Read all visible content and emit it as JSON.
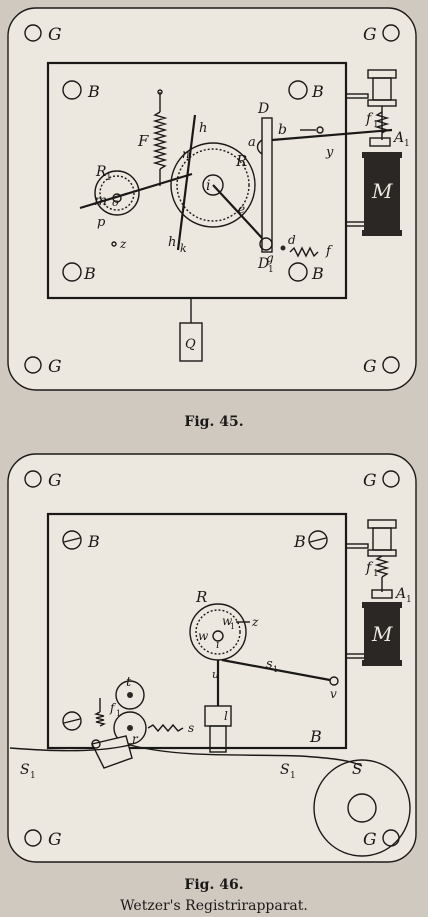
{
  "figures": [
    {
      "caption": "Fig. 45.",
      "corner_label": "G",
      "plate_label": "B",
      "labels": {
        "F": "F",
        "D": "D",
        "b": "b",
        "f1": "f",
        "f1_sub": "1",
        "A1": "A",
        "A1_sub": "1",
        "y": "y",
        "M": "M",
        "R1": "R",
        "R1_sub": "1",
        "m": "m",
        "o": "o",
        "p": "p",
        "h_top": "h",
        "n": "n",
        "R": "R",
        "i": "i",
        "a": "a",
        "e": "e",
        "h_bottom": "h",
        "g": "g",
        "d": "d",
        "f": "f",
        "D1": "D",
        "D1_sub": "1",
        "z": "z",
        "Q": "Q",
        "k": "k"
      }
    },
    {
      "caption": "Fig. 46.",
      "corner_label": "G",
      "plate_label": "B",
      "labels": {
        "f1": "f",
        "f1_sub": "1",
        "A1": "A",
        "A1_sub": "1",
        "M": "M",
        "R": "R",
        "w": "w",
        "w1": "w",
        "w1_sub": "1",
        "i": "i",
        "z": "z",
        "u": "u",
        "s1": "s",
        "s1_sub": "1",
        "v": "v",
        "l": "l",
        "t": "t",
        "r": "r",
        "f_left": "f",
        "f_left_sub": "1",
        "s": "s",
        "S1_left": "S",
        "S1_left_sub": "1",
        "S1_right": "S",
        "S1_right_sub": "1",
        "S": "S"
      }
    }
  ],
  "title": "Wetzer's Registrirapparat."
}
